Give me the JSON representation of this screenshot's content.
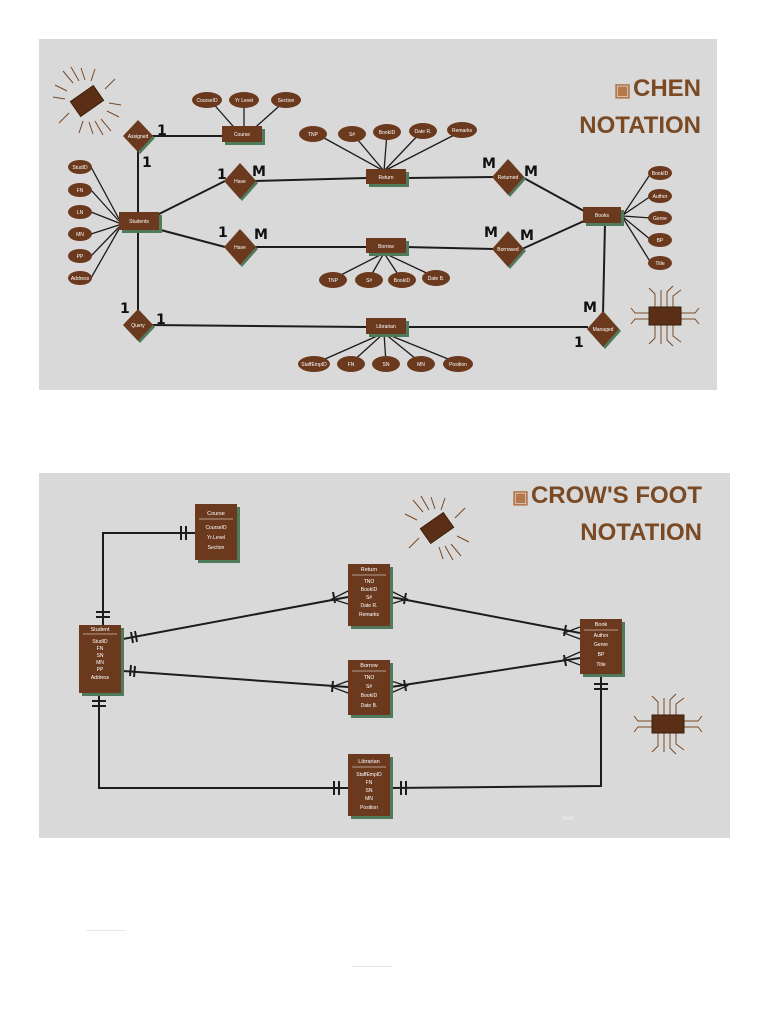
{
  "chen": {
    "title_line1": "CHEN",
    "title_line2": "NOTATION",
    "entities": {
      "course": "Course",
      "students": "Students",
      "return": "Return",
      "borrow": "Borrow",
      "books": "Books",
      "librarian": "Librarian"
    },
    "relationships": {
      "assigned": "Assigned",
      "have_top": "Have",
      "have_bottom": "Have",
      "returned": "Returned",
      "borrowed": "Borrowed",
      "query": "Query",
      "managed": "Managed"
    },
    "attributes": {
      "course": [
        "CourseID",
        "Yr Level",
        "Section"
      ],
      "students": [
        "StudID",
        "FN",
        "LN",
        "MN",
        "PP",
        "Address"
      ],
      "return": [
        "TNP",
        "S#",
        "BookID",
        "Date R.",
        "Remarks"
      ],
      "borrow": [
        "TNP",
        "S#",
        "BookID",
        "Date B."
      ],
      "books": [
        "BookID",
        "Author",
        "Genre",
        "BP",
        "Title"
      ],
      "librarian": [
        "StaffEmpID",
        "FN",
        "SN",
        "MN",
        "Position"
      ]
    },
    "cardinalities": {
      "assigned_course": "1",
      "assigned_students": "1",
      "have_top_students": "1",
      "have_top_return": "M",
      "returned_return": "M",
      "returned_books": "M",
      "have_bottom_students": "1",
      "have_bottom_borrow": "M",
      "borrowed_borrow": "M",
      "borrowed_books": "M",
      "query_students": "1",
      "query_librarian": "1",
      "managed_books": "M",
      "managed_librarian": "1"
    }
  },
  "crow": {
    "title_line1": "CROW'S FOOT",
    "title_line2": "NOTATION",
    "tables": {
      "course": {
        "title": "Course",
        "attrs": [
          "CourseID",
          "Yr.Level",
          "Section"
        ]
      },
      "student": {
        "title": "Student",
        "attrs": [
          "StudID",
          "FN",
          "SN",
          "MN",
          "PP",
          "Address"
        ]
      },
      "return": {
        "title": "Return",
        "attrs": [
          "TNO",
          "BookID",
          "S#",
          "Date R.",
          "Remarks"
        ]
      },
      "borrow": {
        "title": "Borrow",
        "attrs": [
          "TNO",
          "S#",
          "BookID",
          "Date B."
        ]
      },
      "book": {
        "title": "Book",
        "attrs": [
          "Author",
          "Genre",
          "BP",
          "Title"
        ]
      },
      "librarian": {
        "title": "Librarian",
        "attrs": [
          "StaffEmpID",
          "FN",
          "SN",
          "MN",
          "Position"
        ]
      }
    },
    "watermark": "Heidi"
  },
  "colors": {
    "panel_bg": "#d9d9d9",
    "node_brown": "#6b3a1e",
    "node_shadow": "#4f7a5c",
    "heading_brown": "#7a4a24",
    "line": "#1c1c1c"
  }
}
